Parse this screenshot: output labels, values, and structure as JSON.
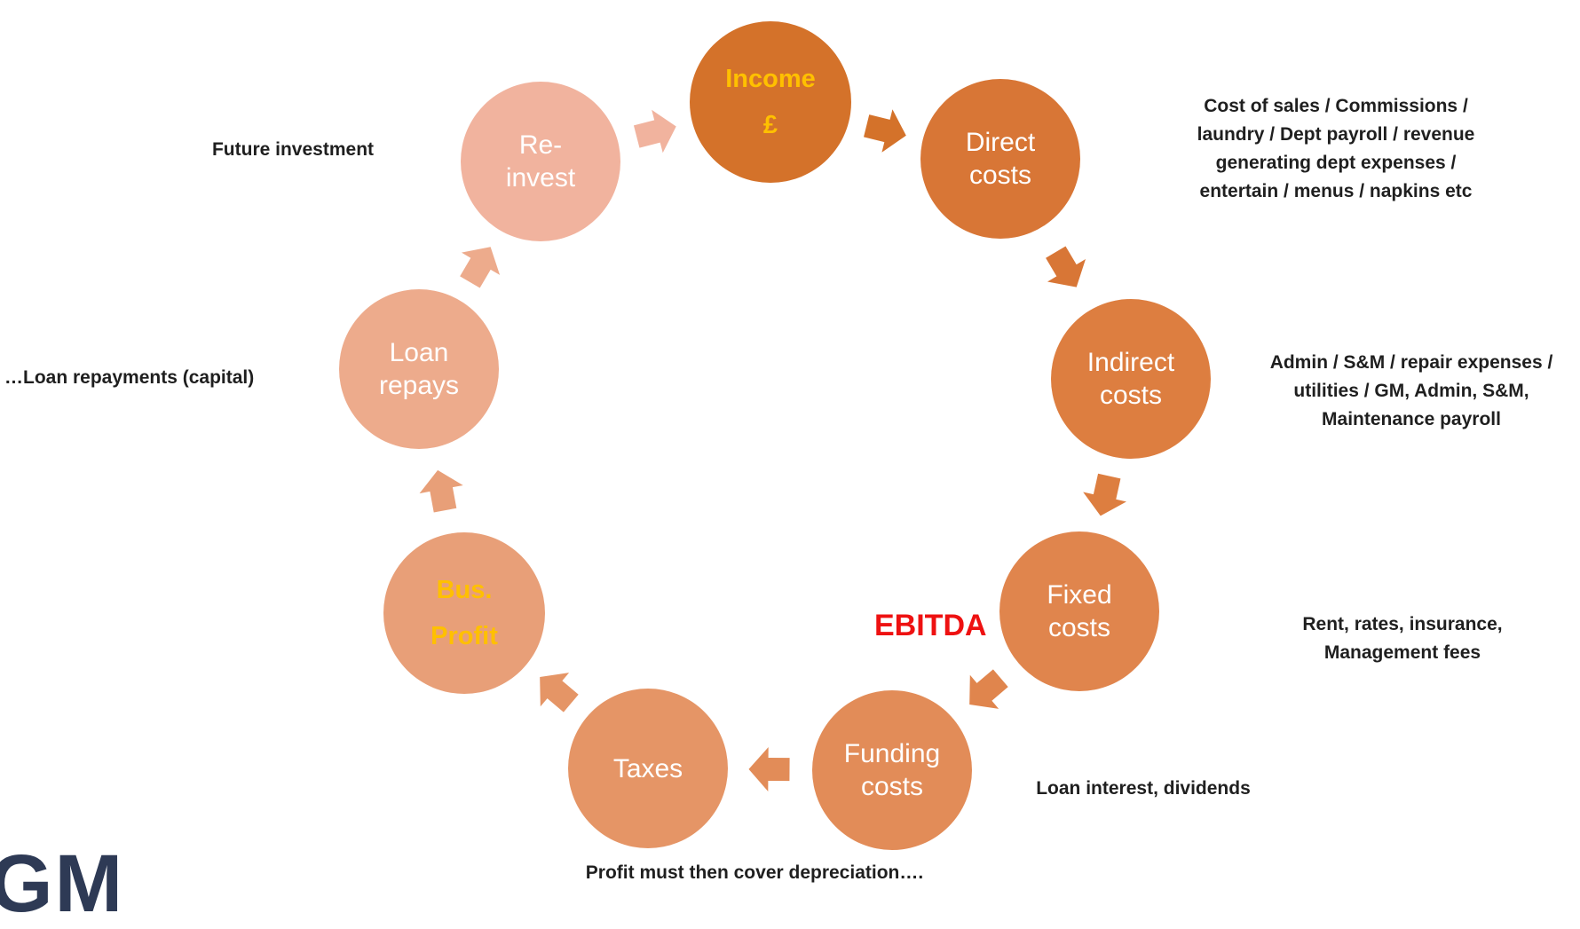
{
  "nodes": [
    {
      "id": "income",
      "lines": [
        "Income",
        "£"
      ],
      "color": "#d4722a",
      "highlight": true
    },
    {
      "id": "direct-costs",
      "lines": [
        "Direct",
        "costs"
      ],
      "color": "#d87636"
    },
    {
      "id": "indirect-costs",
      "lines": [
        "Indirect",
        "costs"
      ],
      "color": "#dd7e40"
    },
    {
      "id": "fixed-costs",
      "lines": [
        "Fixed",
        "costs"
      ],
      "color": "#e0854d"
    },
    {
      "id": "funding-costs",
      "lines": [
        "Funding",
        "costs"
      ],
      "color": "#e28c58"
    },
    {
      "id": "taxes",
      "lines": [
        "Taxes"
      ],
      "color": "#e59566"
    },
    {
      "id": "bus-profit",
      "lines": [
        "Bus.",
        "Profit"
      ],
      "color": "#e89f78",
      "highlight": true
    },
    {
      "id": "loan-repays",
      "lines": [
        "Loan",
        "repays"
      ],
      "color": "#edab8c"
    },
    {
      "id": "re-invest",
      "lines": [
        "Re-",
        "invest"
      ],
      "color": "#f1b39e"
    }
  ],
  "notes": {
    "direct_costs": [
      "Cost of sales / Commissions /",
      "laundry / Dept payroll / revenue",
      "generating dept expenses /",
      "entertain / menus / napkins etc"
    ],
    "indirect_costs": [
      "Admin / S&M / repair expenses /",
      "utilities / GM, Admin, S&M,",
      "Maintenance payroll"
    ],
    "fixed_costs": [
      "Rent, rates, insurance,",
      "Management fees"
    ],
    "funding_costs": "Loan interest, dividends",
    "depreciation": "Profit must then cover depreciation….",
    "loan_repays": "…Loan repayments (capital)",
    "re_invest": "Future investment"
  },
  "ebitda_label": "EBITDA",
  "logo_text": "GM",
  "colors": {
    "highlight_text": "#ffc000",
    "ebitda": "#ee1111",
    "note_text": "#1f1f1f"
  }
}
